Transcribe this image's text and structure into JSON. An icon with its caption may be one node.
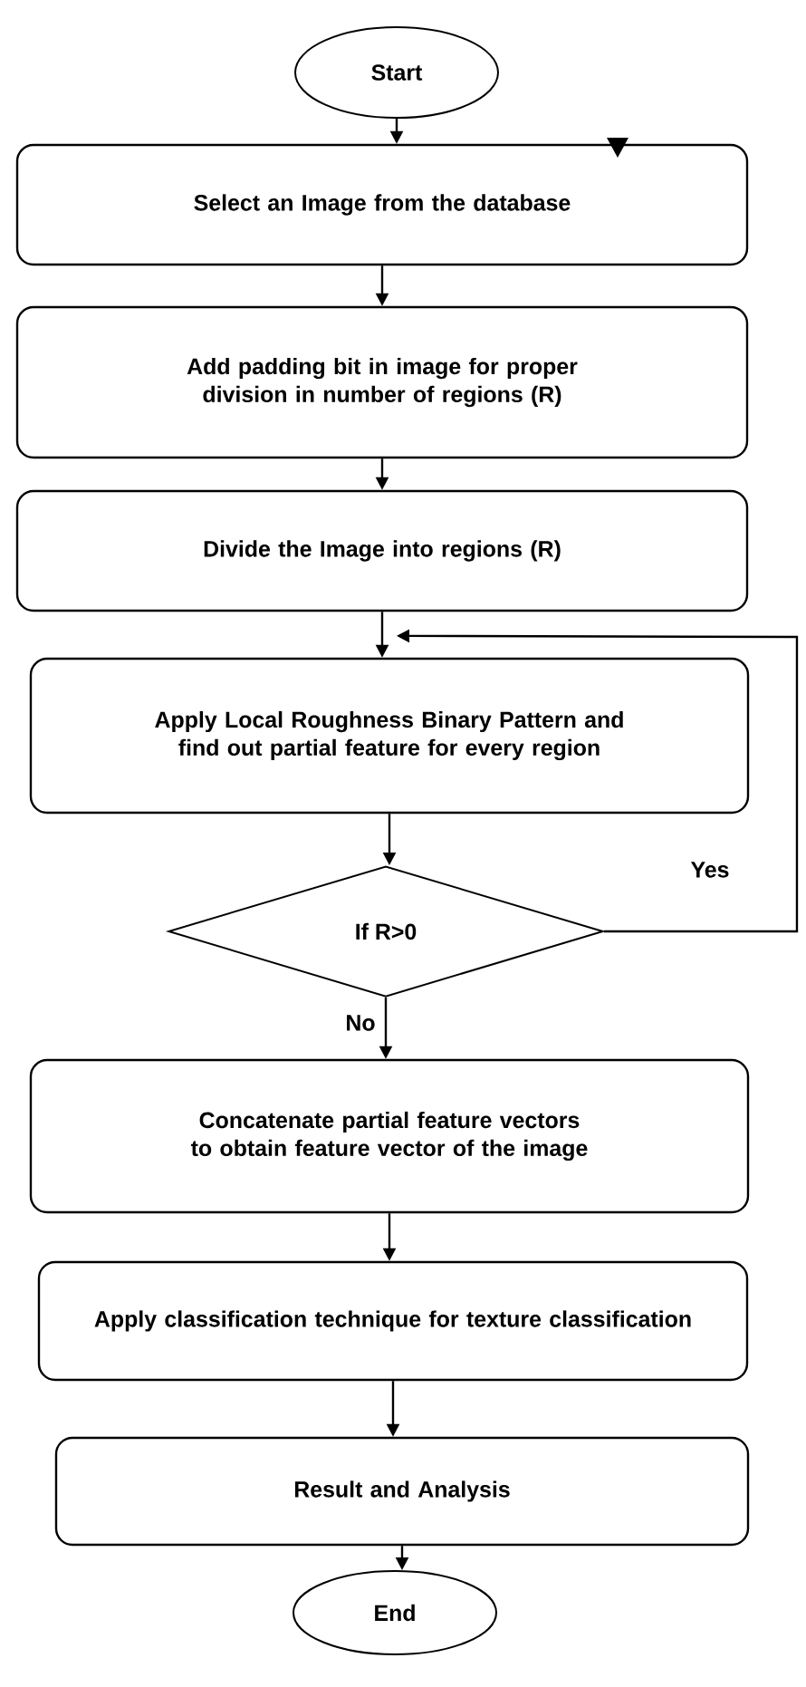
{
  "diagram": {
    "nodes": [
      {
        "text": [
          "Start"
        ]
      },
      {
        "text": [
          "Select an Image from the database"
        ]
      },
      {
        "text": [
          "Add padding bit in image for proper division in number of regions (R)"
        ]
      },
      {
        "text": [
          "Divide the Image into regions (R)"
        ]
      },
      {
        "text": [
          "Apply Local Roughness Binary Pattern and find out partial feature for every region"
        ]
      },
      {
        "text": [
          "If  R>0"
        ]
      },
      {
        "text": [
          "Concatenate partial feature vectors to obtain feature vector of the image"
        ]
      },
      {
        "text": [
          "Apply classification technique for texture classification"
        ]
      },
      {
        "text": [
          "Result and Analysis"
        ]
      },
      {
        "text": [
          "End"
        ]
      }
    ],
    "edges": [
      {
        "from": 0,
        "to": 1,
        "arrow": "to"
      },
      {
        "from": 1,
        "to": 2,
        "arrow": "to"
      },
      {
        "from": 2,
        "to": 3,
        "arrow": "to"
      },
      {
        "from": 3,
        "to": 4,
        "arrow": "to"
      },
      {
        "from": 4,
        "to": 5,
        "arrow": "to"
      },
      {
        "from": 5,
        "to": 6,
        "arrow": "to",
        "label": "No"
      },
      {
        "from": 5,
        "to": 4,
        "arrow": "to",
        "label": "Yes"
      },
      {
        "from": 6,
        "to": 7,
        "arrow": "to"
      },
      {
        "from": 7,
        "to": 8,
        "arrow": "to"
      },
      {
        "from": 8,
        "to": 9,
        "arrow": "to"
      }
    ]
  }
}
